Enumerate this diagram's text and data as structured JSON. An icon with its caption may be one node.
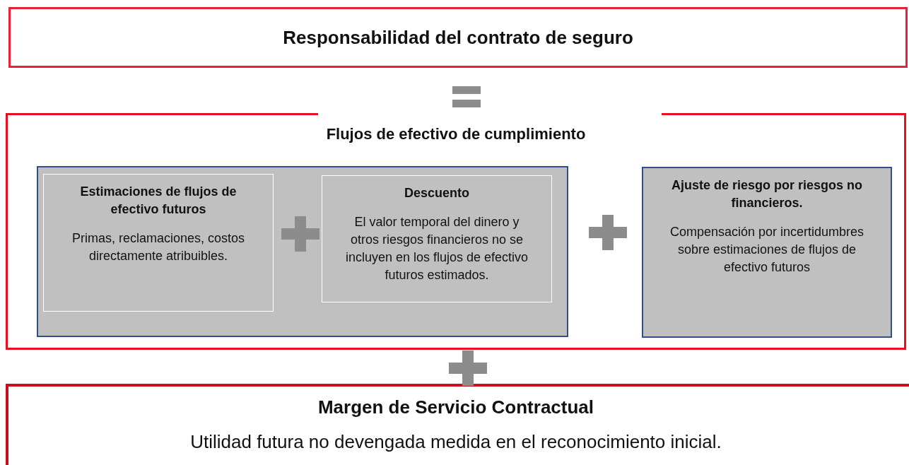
{
  "diagram": {
    "nodes": [
      {
        "text": [
          "Responsabilidad del contrato de seguro"
        ]
      },
      {
        "text": [
          "Flujos de efectivo de cumplimiento"
        ]
      },
      {
        "text": [],
        "shape": "box",
        "in": 1
      },
      {
        "text": [
          "Estimaciones de flujos de efectivo futuros",
          "Primas, reclamaciones, costos directamente atribuibles."
        ],
        "in": 2
      },
      {
        "text": [
          "Descuento",
          "El valor temporal del dinero y otros riesgos financieros no se incluyen en los flujos de efectivo futuros estimados."
        ],
        "in": 2
      },
      {
        "text": [
          "Ajuste de riesgo por riesgos no financieros.",
          "Compensación por incertidumbres sobre estimaciones de flujos de efectivo futuros"
        ],
        "in": 1
      },
      {
        "text": [
          "Margen de Servicio Contractual",
          "Utilidad futura no devengada medida en el reconocimiento inicial."
        ]
      }
    ],
    "edges": []
  }
}
